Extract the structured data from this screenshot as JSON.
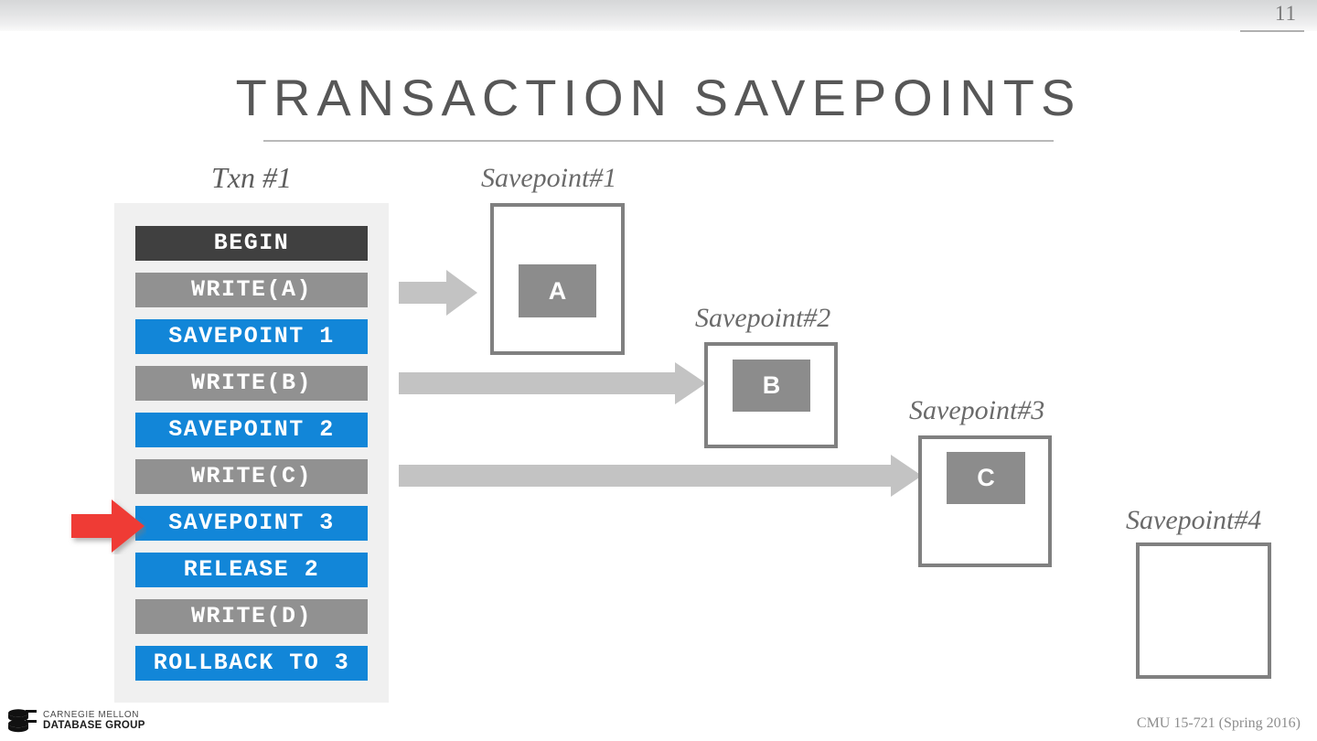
{
  "slide": {
    "number": "11",
    "title": "TRANSACTION SAVEPOINTS",
    "footer": "CMU 15-721 (Spring 2016)"
  },
  "logo": {
    "icon": "database-cylinder-icon",
    "line1": "CARNEGIE MELLON",
    "line2": "DATABASE GROUP"
  },
  "transaction": {
    "label": "Txn #1",
    "operations": [
      {
        "text": "BEGIN",
        "kind": "begin"
      },
      {
        "text": "WRITE(A)",
        "kind": "write"
      },
      {
        "text": "SAVEPOINT 1",
        "kind": "savepoint"
      },
      {
        "text": "WRITE(B)",
        "kind": "write"
      },
      {
        "text": "SAVEPOINT 2",
        "kind": "savepoint"
      },
      {
        "text": "WRITE(C)",
        "kind": "write"
      },
      {
        "text": "SAVEPOINT 3",
        "kind": "savepoint"
      },
      {
        "text": "RELEASE 2",
        "kind": "savepoint"
      },
      {
        "text": "WRITE(D)",
        "kind": "write"
      },
      {
        "text": "ROLLBACK TO 3",
        "kind": "savepoint"
      }
    ],
    "cursor": {
      "icon": "red-arrow-pointer-icon",
      "points_at": "SAVEPOINT 3"
    }
  },
  "savepoints": [
    {
      "label": "Savepoint#1",
      "item": "A"
    },
    {
      "label": "Savepoint#2",
      "item": "B"
    },
    {
      "label": "Savepoint#3",
      "item": "C"
    },
    {
      "label": "Savepoint#4",
      "item": ""
    }
  ],
  "arrows": [
    {
      "name": "flow-arrow-to-savepoint-1",
      "icon": "right-arrow-icon"
    },
    {
      "name": "flow-arrow-to-savepoint-2",
      "icon": "right-arrow-icon"
    },
    {
      "name": "flow-arrow-to-savepoint-3",
      "icon": "right-arrow-icon"
    }
  ],
  "colors": {
    "savepoint_blue": "#1286d8",
    "write_gray": "#919191",
    "begin_dark": "#404040",
    "cursor_red": "#ef3b36",
    "arrow_gray": "#c3c3c3",
    "box_border": "#808080",
    "title_gray": "#575757"
  }
}
